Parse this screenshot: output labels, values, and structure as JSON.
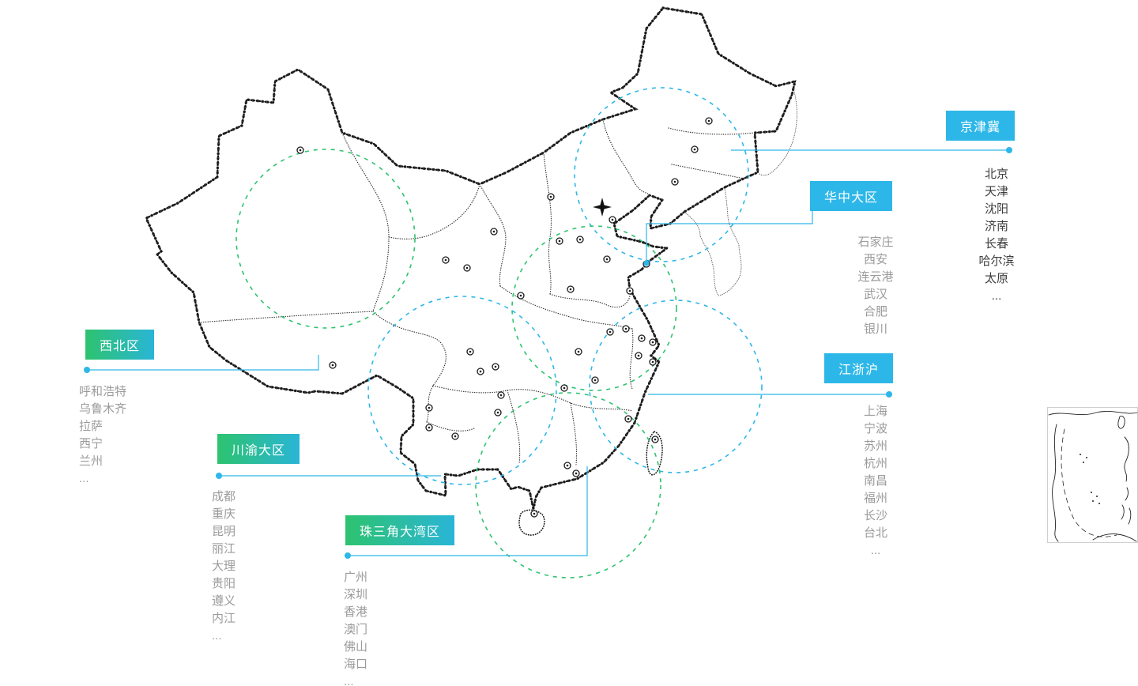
{
  "regions": [
    {
      "id": "jingjinji",
      "label": "京津冀",
      "cities": [
        "北京",
        "天津",
        "沈阳",
        "济南",
        "长春",
        "哈尔滨",
        "太原",
        "..."
      ]
    },
    {
      "id": "huazhong",
      "label": "华中大区",
      "cities": [
        "石家庄",
        "西安",
        "连云港",
        "武汉",
        "合肥",
        "银川"
      ]
    },
    {
      "id": "xibei",
      "label": "西北区",
      "cities": [
        "呼和浩特",
        "乌鲁木齐",
        "拉萨",
        "西宁",
        "兰州",
        "..."
      ]
    },
    {
      "id": "chuanyu",
      "label": "川渝大区",
      "cities": [
        "成都",
        "重庆",
        "昆明",
        "丽江",
        "大理",
        "贵阳",
        "遵义",
        "内江",
        "..."
      ]
    },
    {
      "id": "zhusanjiao",
      "label": "珠三角大湾区",
      "cities": [
        "广州",
        "深圳",
        "香港",
        "澳门",
        "佛山",
        "海口",
        "..."
      ]
    },
    {
      "id": "jiangzhehu",
      "label": "江浙沪",
      "cities": [
        "上海",
        "宁波",
        "苏州",
        "杭州",
        "南昌",
        "福州",
        "长沙",
        "台北",
        "..."
      ]
    }
  ],
  "colors": {
    "badge_blue": "#2db7e8",
    "badge_green_start": "#2dc36f",
    "badge_green_end": "#2ab5d6",
    "leader_line": "#2db7e8",
    "region_circle_green": "#2dc36f",
    "region_circle_blue": "#2db7e8",
    "map_ink": "#141414",
    "city_text": "#9b9b9b",
    "city_text_dark": "#3d3d3d"
  }
}
